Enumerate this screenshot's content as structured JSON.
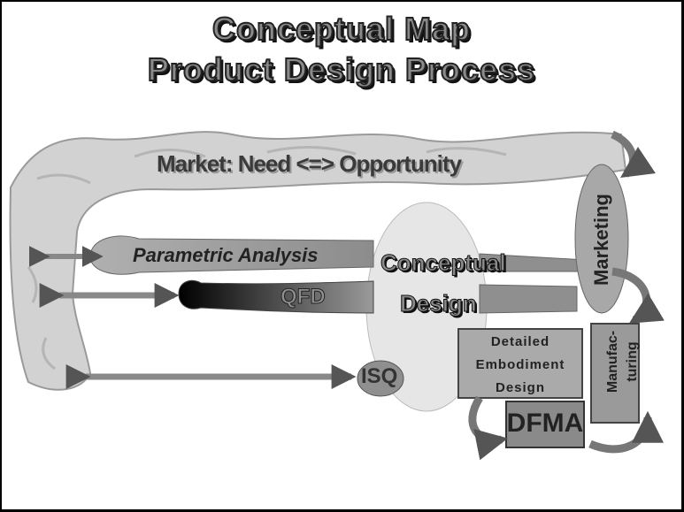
{
  "title": {
    "line1": "Conceptual Map",
    "line2": "Product Design Process"
  },
  "labels": {
    "market": "Market: Need <=> Opportunity",
    "parametric": "Parametric Analysis",
    "qfd": "QFD",
    "isq": "ISQ",
    "conceptual_line1": "Conceptual",
    "conceptual_line2": "Design",
    "marketing": "Marketing",
    "detailed_line1": "Detailed",
    "detailed_line2": "Embodiment",
    "detailed_line3": "Design",
    "dfma": "DFMA",
    "manufacturing_line1": "Manufac-",
    "manufacturing_line2": "turing"
  },
  "colors": {
    "frame": "#000000",
    "background": "#ffffff",
    "band": "#d0d0d0",
    "arrow": "#888888",
    "ellipse": "#e6e6e6",
    "box": "#aaaaaa",
    "dfma_box": "#8a8a8a"
  }
}
